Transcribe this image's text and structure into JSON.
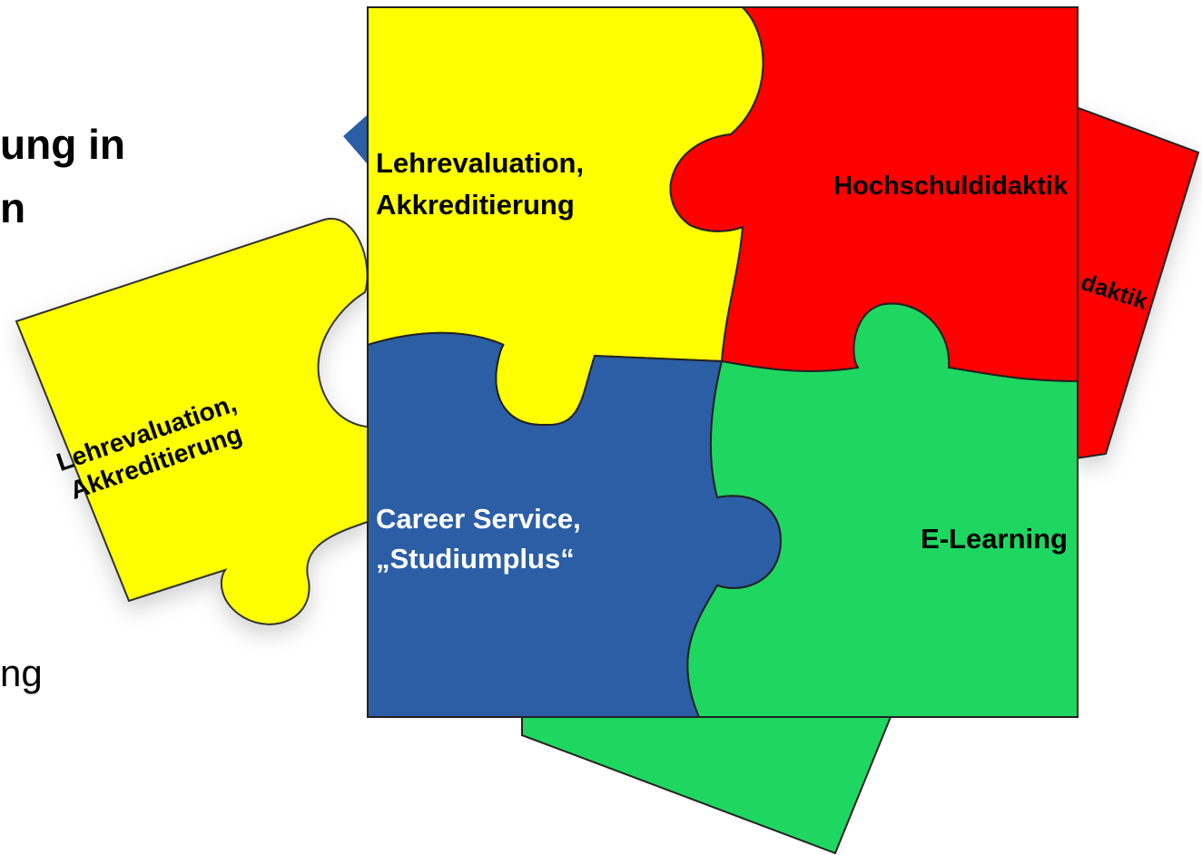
{
  "slide": {
    "heading_line1": "ung in",
    "heading_line2": "n",
    "body_fragment": "ng"
  },
  "pieces": {
    "yellow": {
      "line1": "Lehrevaluation,",
      "line2": "Akkreditierung"
    },
    "red": {
      "label": "Hochschuldidaktik"
    },
    "blue": {
      "line1": "Career Service,",
      "line2": "„Studiumplus“"
    },
    "green": {
      "label": "E-Learning"
    }
  },
  "tilted": {
    "yellow": {
      "line1": "Lehrevaluation,",
      "line2": "Akkreditierung"
    },
    "red_fragment": "daktik"
  },
  "colors": {
    "yellow": "#FFFF00",
    "red": "#FF0000",
    "blue": "#2B5EA5",
    "green": "#1ED760",
    "outline": "#333333"
  }
}
